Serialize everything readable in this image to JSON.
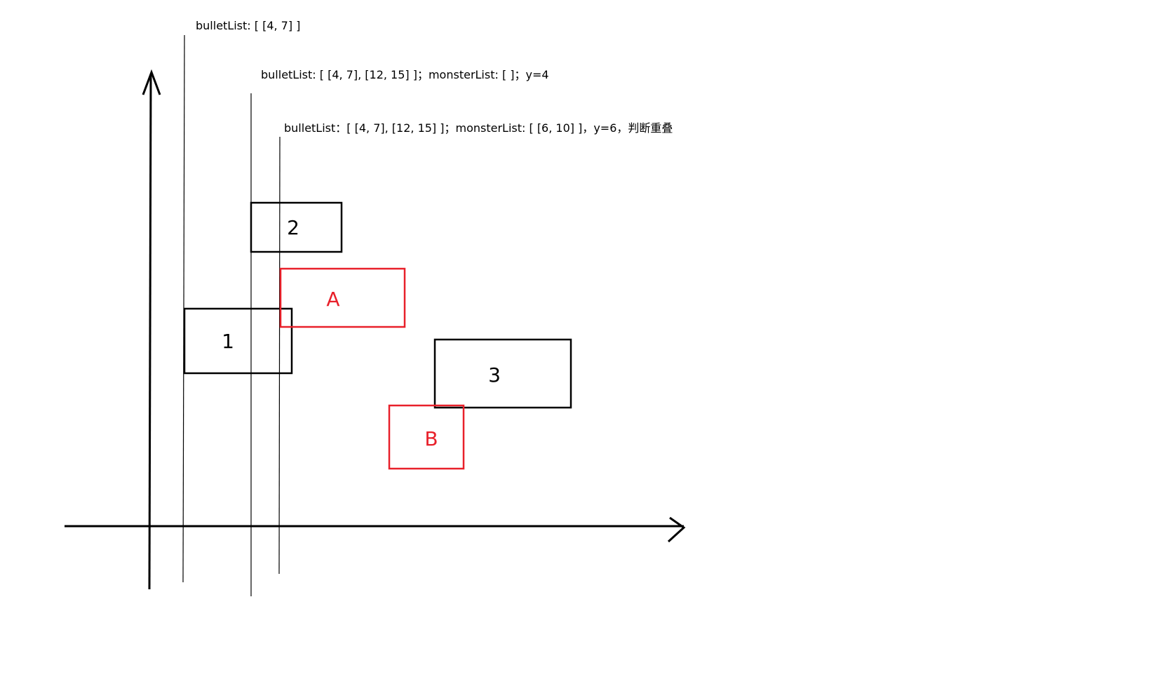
{
  "captions": {
    "step1": "bulletList: [ [4, 7] ]",
    "step2": "bulletList: [ [4, 7], [12, 15] ]；monsterList: [ ]；y=4",
    "step3": "bulletList：[ [4, 7], [12, 15] ]；monsterList: [ [6, 10] ]，y=6，判断重叠"
  },
  "boxes": {
    "bullet_1": "1",
    "bullet_2": "2",
    "bullet_3": "3",
    "monster_a": "A",
    "monster_b": "B"
  },
  "colors": {
    "bullet": "#000000",
    "monster": "#e8202a",
    "line": "#000000"
  }
}
